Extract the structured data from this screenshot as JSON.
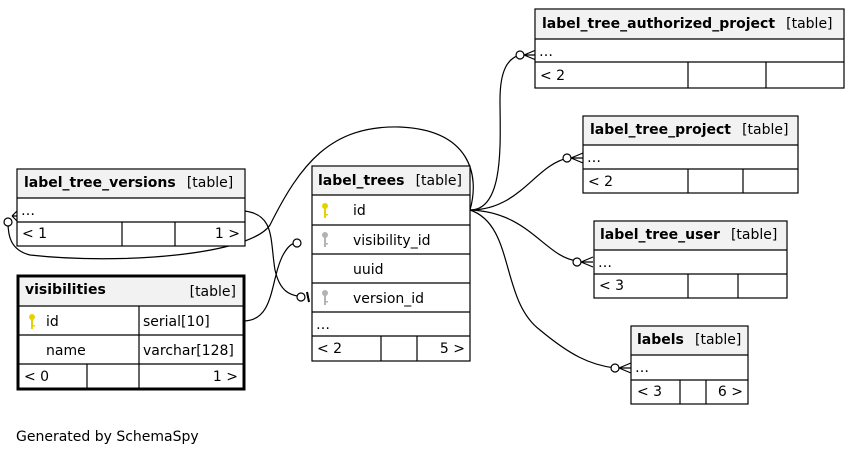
{
  "tables": {
    "label_tree_authorized_project": {
      "name": "label_tree_authorized_project",
      "tag": "[table]",
      "ellipsis": "…",
      "parents": "< 2",
      "children": ""
    },
    "label_tree_project": {
      "name": "label_tree_project",
      "tag": "[table]",
      "ellipsis": "…",
      "parents": "< 2",
      "children": ""
    },
    "label_tree_user": {
      "name": "label_tree_user",
      "tag": "[table]",
      "ellipsis": "…",
      "parents": "< 3",
      "children": ""
    },
    "labels": {
      "name": "labels",
      "tag": "[table]",
      "ellipsis": "…",
      "parents": "< 3",
      "children": "6 >"
    },
    "label_tree_versions": {
      "name": "label_tree_versions",
      "tag": "[table]",
      "ellipsis": "…",
      "parents": "< 1",
      "children": "1 >"
    },
    "visibilities": {
      "name": "visibilities",
      "tag": "[table]",
      "columns": [
        {
          "name": "id",
          "type": "serial[10]",
          "key": "primary"
        },
        {
          "name": "name",
          "type": "varchar[128]",
          "key": ""
        }
      ],
      "parents": "< 0",
      "children": "1 >"
    },
    "label_trees": {
      "name": "label_trees",
      "tag": "[table]",
      "columns": [
        {
          "name": "id",
          "key": "primary"
        },
        {
          "name": "visibility_id",
          "key": "foreign"
        },
        {
          "name": "uuid",
          "key": ""
        },
        {
          "name": "version_id",
          "key": "foreign"
        }
      ],
      "ellipsis": "…",
      "parents": "< 2",
      "children": "5 >"
    }
  },
  "colors": {
    "primary_key": "#e6d200",
    "foreign_key": "#b3b3b3",
    "header_bg": "#f2f2f2",
    "line": "#000000"
  },
  "footer": "Generated by SchemaSpy"
}
